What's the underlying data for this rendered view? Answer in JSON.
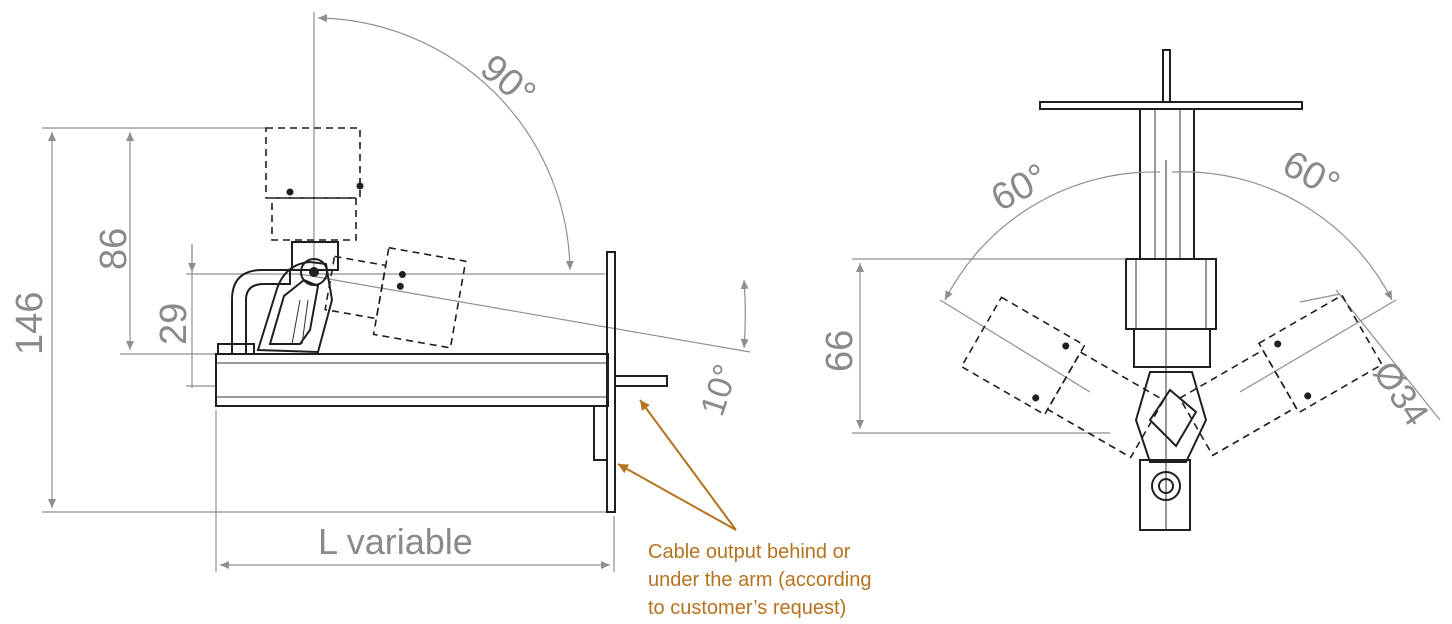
{
  "side_view": {
    "dim_total_height": "146",
    "dim_upper_height": "86",
    "dim_mount_height": "29",
    "dim_length": "L variable",
    "angle_rotation": "90°",
    "angle_tilt": "10°"
  },
  "front_view": {
    "angle_left": "60°",
    "angle_right": "60°",
    "dim_height": "66",
    "dim_diameter": "Ø34"
  },
  "note": {
    "line1": "Cable output behind or",
    "line2": "under the arm (according",
    "line3": "to customer’s request)"
  },
  "colors": {
    "dimension": "#8a8a8a",
    "annotation": "#b5731f",
    "part": "#1f1f1f"
  }
}
